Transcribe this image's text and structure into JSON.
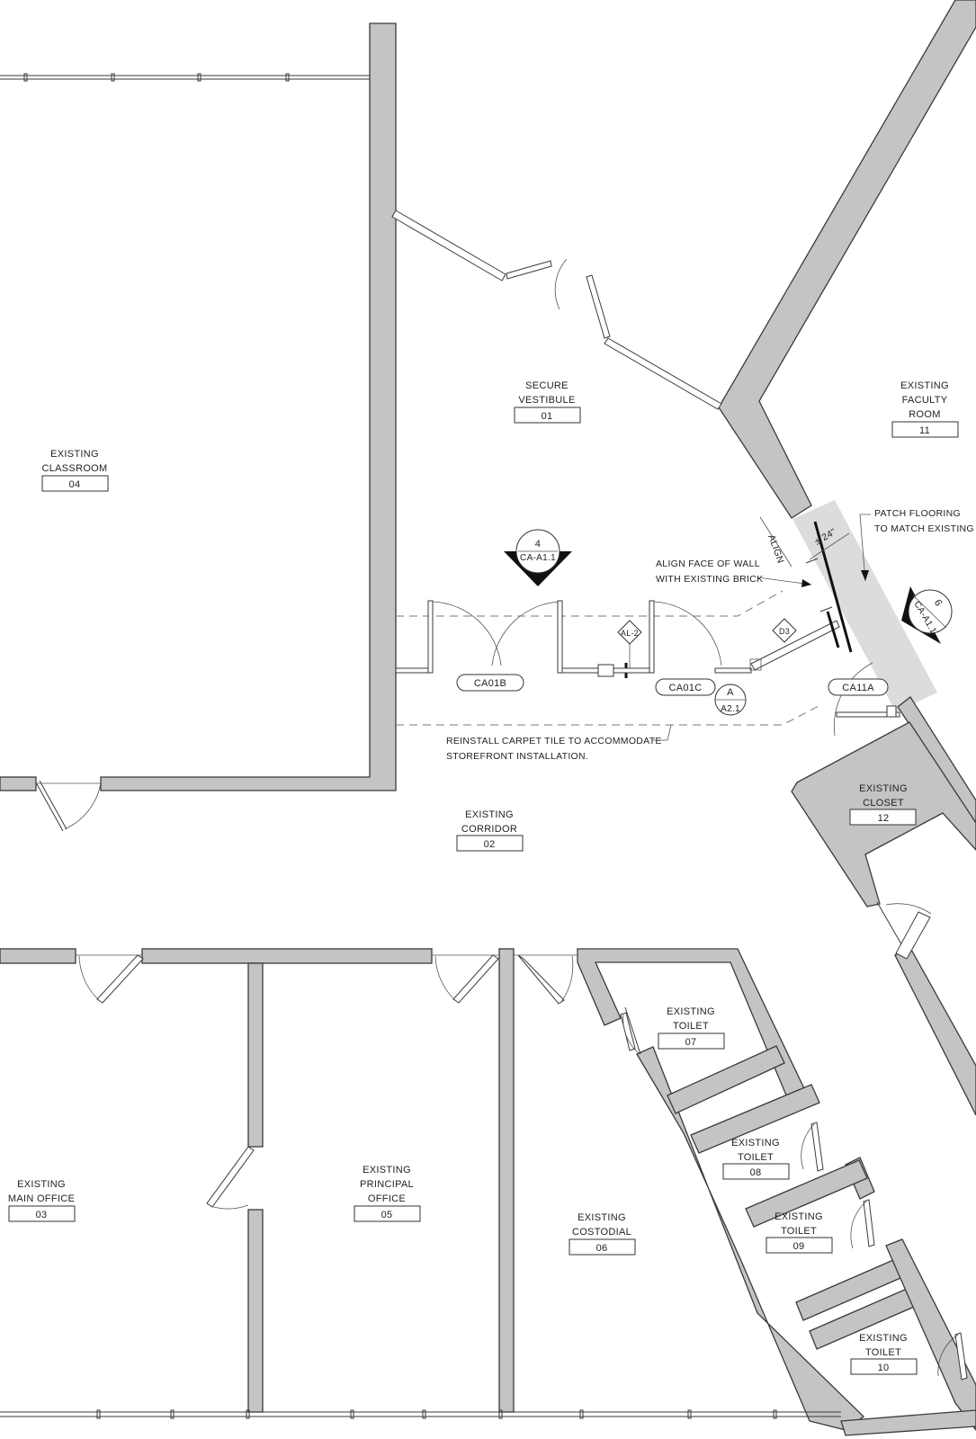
{
  "rooms": [
    {
      "id": "r04",
      "lines": [
        "EXISTING",
        "CLASSROOM"
      ],
      "num": "04"
    },
    {
      "id": "r01",
      "lines": [
        "SECURE",
        "VESTIBULE"
      ],
      "num": "01"
    },
    {
      "id": "r11",
      "lines": [
        "EXISTING",
        "FACULTY",
        "ROOM"
      ],
      "num": "11"
    },
    {
      "id": "r12",
      "lines": [
        "EXISTING",
        "CLOSET"
      ],
      "num": "12"
    },
    {
      "id": "r02",
      "lines": [
        "EXISTING",
        "CORRIDOR"
      ],
      "num": "02"
    },
    {
      "id": "r07",
      "lines": [
        "EXISTING",
        "TOILET"
      ],
      "num": "07"
    },
    {
      "id": "r08",
      "lines": [
        "EXISTING",
        "TOILET"
      ],
      "num": "08"
    },
    {
      "id": "r09",
      "lines": [
        "EXISTING",
        "TOILET"
      ],
      "num": "09"
    },
    {
      "id": "r10",
      "lines": [
        "EXISTING",
        "TOILET"
      ],
      "num": "10"
    },
    {
      "id": "r03",
      "lines": [
        "EXISTING",
        "MAIN OFFICE"
      ],
      "num": "03"
    },
    {
      "id": "r05",
      "lines": [
        "EXISTING",
        "PRINCIPAL",
        "OFFICE"
      ],
      "num": "05"
    },
    {
      "id": "r06",
      "lines": [
        "EXISTING",
        "COSTODIAL"
      ],
      "num": "06"
    }
  ],
  "doors": {
    "d1": "CA01B",
    "d2": "CA01C",
    "d3": "CA11A"
  },
  "tags": {
    "al2": "AL-2",
    "d3": "D3"
  },
  "callouts": {
    "sec4_num": "4",
    "sec4_ref": "CA-A1.1",
    "sec6_num": "6",
    "sec6_ref": "CA-A1.1",
    "detA_num": "A",
    "detA_ref": "A2.1"
  },
  "notes": {
    "align_line1": "ALIGN FACE OF WALL",
    "align_line2": "WITH EXISTING BRICK",
    "patch_line1": "PATCH FLOORING",
    "patch_line2": "TO MATCH EXISTING",
    "carpet_line1": "REINSTALL CARPET TILE TO ACCOMMODATE",
    "carpet_line2": "STOREFRONT INSTALLATION.",
    "align_dim": "ALIGN",
    "dim24": "± 24\""
  }
}
